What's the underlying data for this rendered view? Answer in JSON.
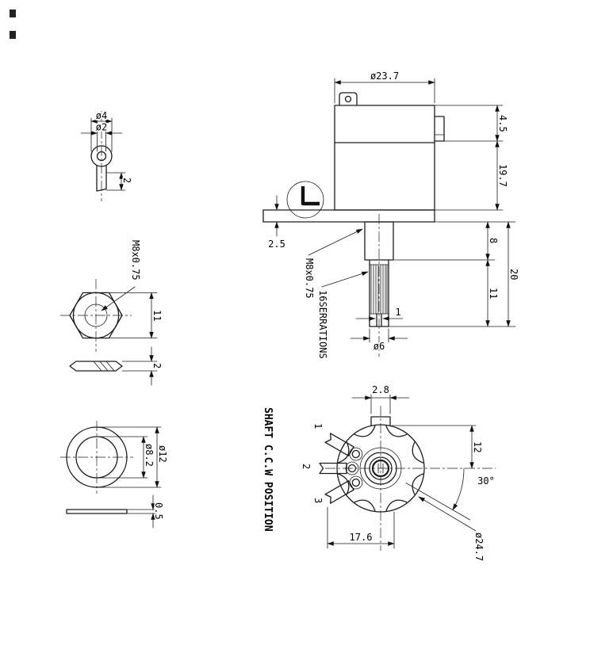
{
  "lug_view": {
    "head_dia": "ø4",
    "hole_dia": "ø2",
    "stem_width": "2"
  },
  "nut_view": {
    "thread": "M8x0.75",
    "across_flats": "11",
    "thickness": "2"
  },
  "washer_view": {
    "outer_dia": "ø12",
    "inner_dia": "ø8.2",
    "thickness": "0.5"
  },
  "side_view": {
    "body_dia": "ø23.7",
    "bracket_height": "4.5",
    "body_height": "19.7",
    "flange_thickness": "2.5",
    "bushing_thread": "M8x0.75",
    "serration_note": "16SERRATIONS",
    "bushing_length": "8",
    "shaft_length": "20",
    "serration_length": "11",
    "slot_width": "1",
    "shaft_dia": "ø6"
  },
  "rear_view": {
    "caption": "SHAFT C.C.W POSITION",
    "terminal_1": "1",
    "terminal_2": "2",
    "terminal_3": "3",
    "tab_width": "2.8",
    "tab_offset": "12",
    "terminal_angle": "30°",
    "terminal_span": "17.6",
    "body_dia": "ø24.7"
  }
}
